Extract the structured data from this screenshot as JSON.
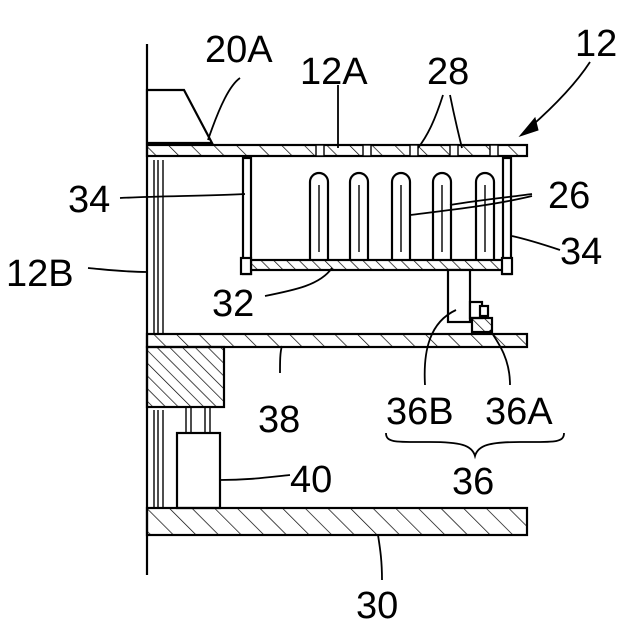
{
  "labels": {
    "l12": "12",
    "l20A": "20A",
    "l12A": "12A",
    "l28": "28",
    "l34left": "34",
    "l26": "26",
    "l12B": "12B",
    "l34right": "34",
    "l32": "32",
    "l38": "38",
    "l36B": "36B",
    "l36A": "36A",
    "l36": "36",
    "l40": "40",
    "l30": "30"
  }
}
